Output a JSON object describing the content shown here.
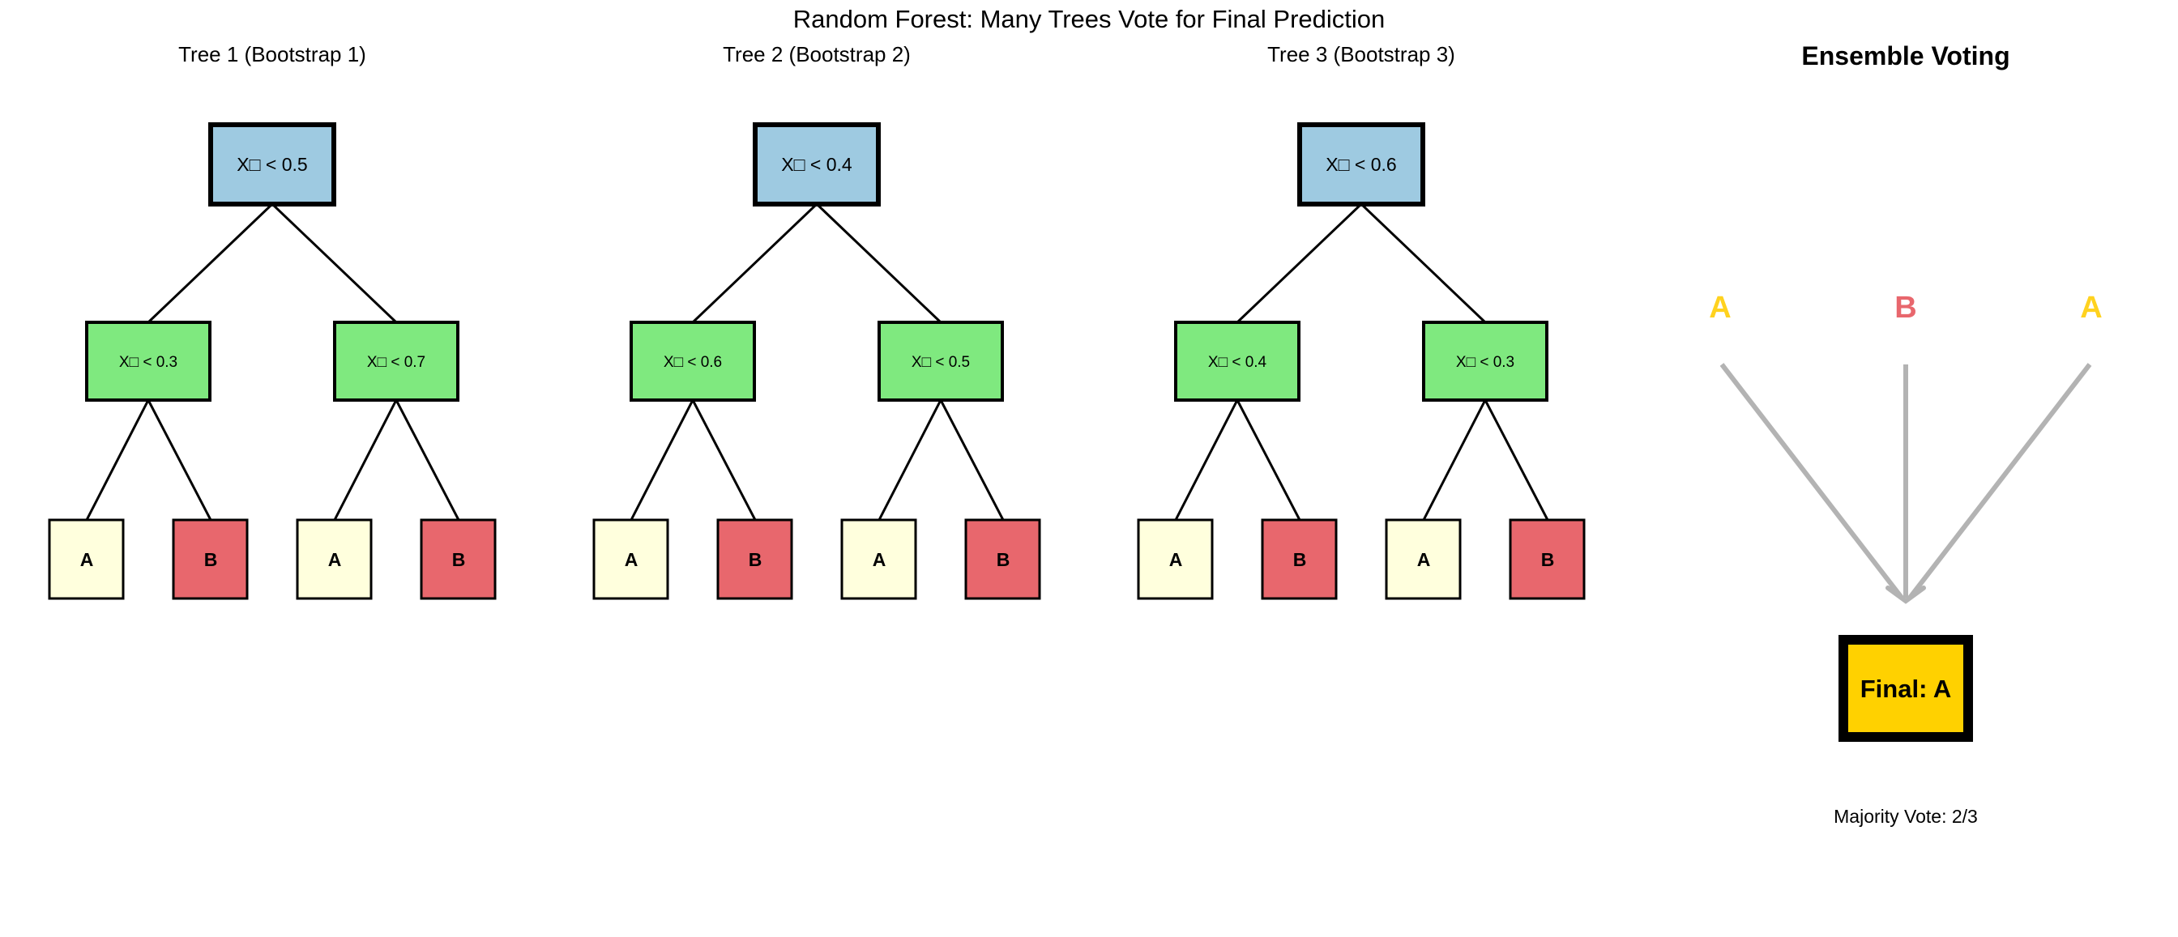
{
  "title": "Random Forest: Many Trees Vote for Final Prediction",
  "colors": {
    "root": "#9ECAE1",
    "split": "#7FE97F",
    "leaf_a": "#FFFFDD",
    "leaf_b": "#E8676D",
    "vote_a": "#FFD21F",
    "vote_b": "#E8676D",
    "final": "#FFD100",
    "arrow": "#B3B3B3"
  },
  "trees": [
    {
      "title": "Tree 1 (Bootstrap 1)",
      "root": "X□ < 0.5",
      "left": "X□ < 0.3",
      "right": "X□ < 0.7",
      "leaves": [
        "A",
        "B",
        "A",
        "B"
      ]
    },
    {
      "title": "Tree 2 (Bootstrap 2)",
      "root": "X□ < 0.4",
      "left": "X□ < 0.6",
      "right": "X□ < 0.5",
      "leaves": [
        "A",
        "B",
        "A",
        "B"
      ]
    },
    {
      "title": "Tree 3 (Bootstrap 3)",
      "root": "X□ < 0.6",
      "left": "X□ < 0.4",
      "right": "X□ < 0.3",
      "leaves": [
        "A",
        "B",
        "A",
        "B"
      ]
    }
  ],
  "ensemble": {
    "title": "Ensemble Voting",
    "votes": [
      "A",
      "B",
      "A"
    ],
    "final": "Final: A",
    "majority": "Majority Vote: 2/3"
  }
}
